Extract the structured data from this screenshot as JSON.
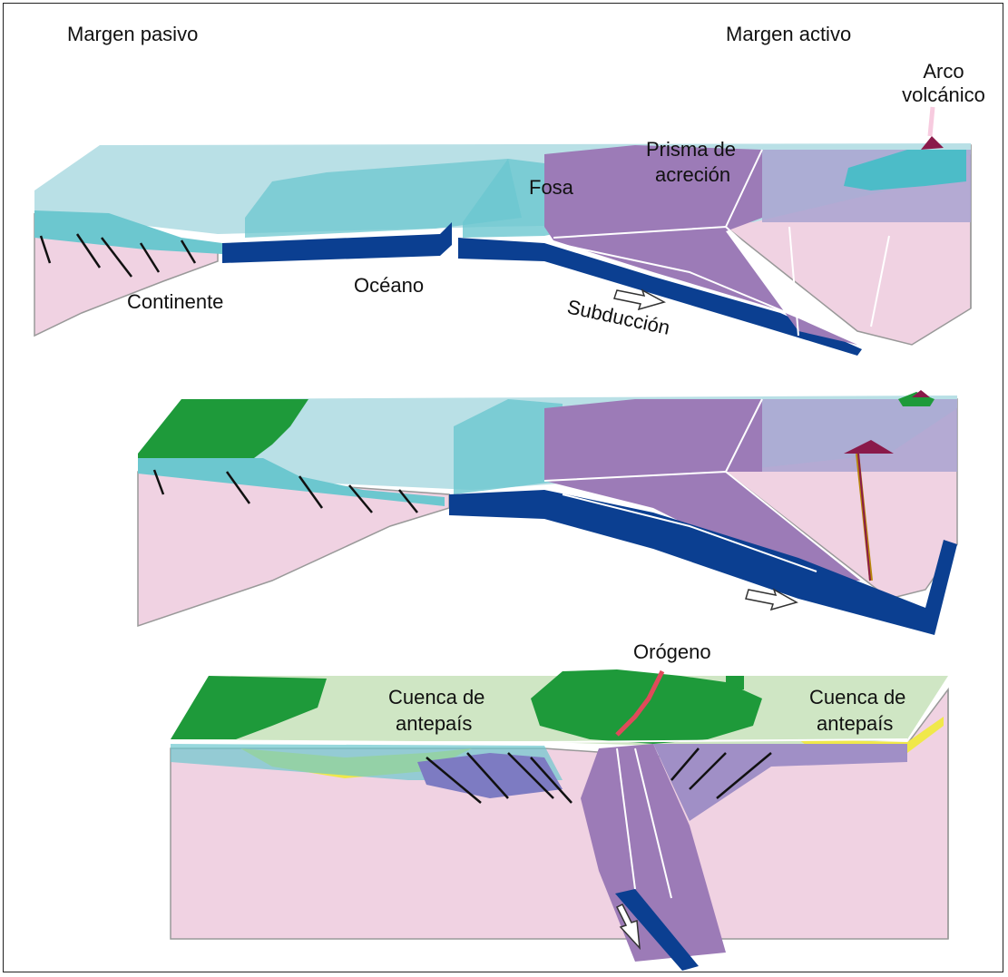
{
  "labels": {
    "passive_margin": "Margen pasivo",
    "active_margin": "Margen activo",
    "volcanic_arc_line1": "Arco",
    "volcanic_arc_line2": "volcánico",
    "accretion_prism_line1": "Prisma de",
    "accretion_prism_line2": "acreción",
    "trench": "Fosa",
    "continent": "Continente",
    "ocean": "Océano",
    "subduction": "Subducción",
    "orogen": "Orógeno",
    "foreland_left_line1": "Cuenca de",
    "foreland_left_line2": "antepaís",
    "foreland_right_line1": "Cuenca de",
    "foreland_right_line2": "antepaís"
  },
  "colors": {
    "continental_crust": "#f0d2e2",
    "shallow_sea": "#b9e0e6",
    "shelf_sediment": "#6cc7cf",
    "oceanic_crust": "#0b3f91",
    "accretion_prism": "#9c7bb7",
    "orogen_vegetation": "#1e9a3a",
    "foreland_fill": "#f0e84a",
    "magma": "#8a1a4a",
    "fault_lines": "#111111"
  },
  "icons": [
    "subduction-arrow-icon"
  ]
}
